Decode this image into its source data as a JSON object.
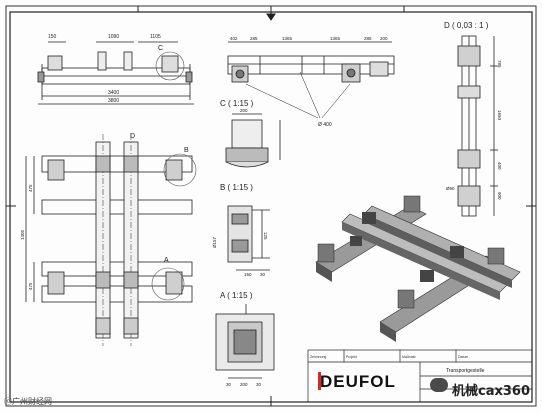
{
  "drawing": {
    "title_block": {
      "company": "DEUFOL",
      "part_name": "Transportgestelle",
      "label_1": "Zeichnung",
      "label_2": "Projekt",
      "label_3": "Maßstab",
      "label_4": "Datum"
    },
    "detail_labels": {
      "c": "C ( 1:15 )",
      "b": "B ( 1:15 )",
      "a": "A ( 1:15 )",
      "d": "D ( 0,03 : 1 )"
    },
    "callouts": {
      "a": "A",
      "b": "B",
      "c": "C",
      "d": "D"
    },
    "front_dims": {
      "d1": "150",
      "d2": "1090",
      "d3": "1105",
      "d4": "3400",
      "d5": "3800"
    },
    "side_dims": {
      "d1": "402",
      "d2": "285",
      "d3": "1365",
      "d4": "1365",
      "d5": "285",
      "d6": "200"
    },
    "plan_dims": {
      "d1": "1405",
      "d2": "475",
      "d3": "475"
    },
    "d_dims": {
      "d1": "785",
      "d2": "1650",
      "d3": "400",
      "d4": "900",
      "d5": "Ø90"
    },
    "detail_dims": {
      "c1": "200",
      "b1": "125",
      "b2": "Ø157",
      "b3": "150",
      "b4": "30",
      "a1": "30",
      "a2": "200",
      "a3": "30"
    },
    "leader_note": "Ø 400"
  },
  "watermarks": {
    "left": "ⓒ广州财经网",
    "right": "机械cax360"
  },
  "colors": {
    "line": "#222222",
    "hatch": "#9a9a9a",
    "shade_light": "#c8c8c8",
    "shade_dark": "#555555",
    "logo_red": "#d42a20"
  }
}
